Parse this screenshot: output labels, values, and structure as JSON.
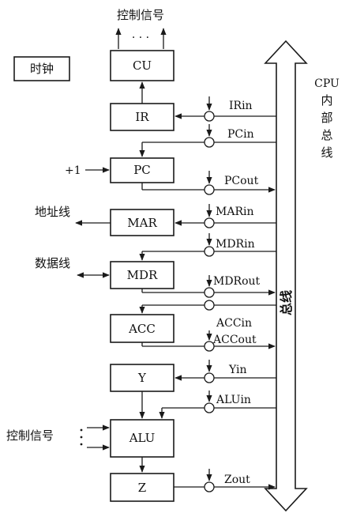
{
  "top_label": "控制信号",
  "top_dots": "· · ·",
  "clock_label": "时钟",
  "plus_one": "+1",
  "address_line": "地址线",
  "data_line": "数据线",
  "left_control_label": "控制信号",
  "bus_label": [
    "CPU",
    "内",
    "部",
    "总",
    "线"
  ],
  "bus_inner_label": "总线",
  "registers": {
    "cu": "CU",
    "ir": "IR",
    "pc": "PC",
    "mar": "MAR",
    "mdr": "MDR",
    "acc": "ACC",
    "y": "Y",
    "alu": "ALU",
    "z": "Z"
  },
  "signals": {
    "irin": "IRin",
    "pcin": "PCin",
    "pcout": "PCout",
    "marin": "MARin",
    "mdrin": "MDRin",
    "mdrout": "MDRout",
    "accin": "ACCin",
    "accout": "ACCout",
    "yin": "Yin",
    "aluin": "ALUin",
    "zout": "Zout"
  }
}
